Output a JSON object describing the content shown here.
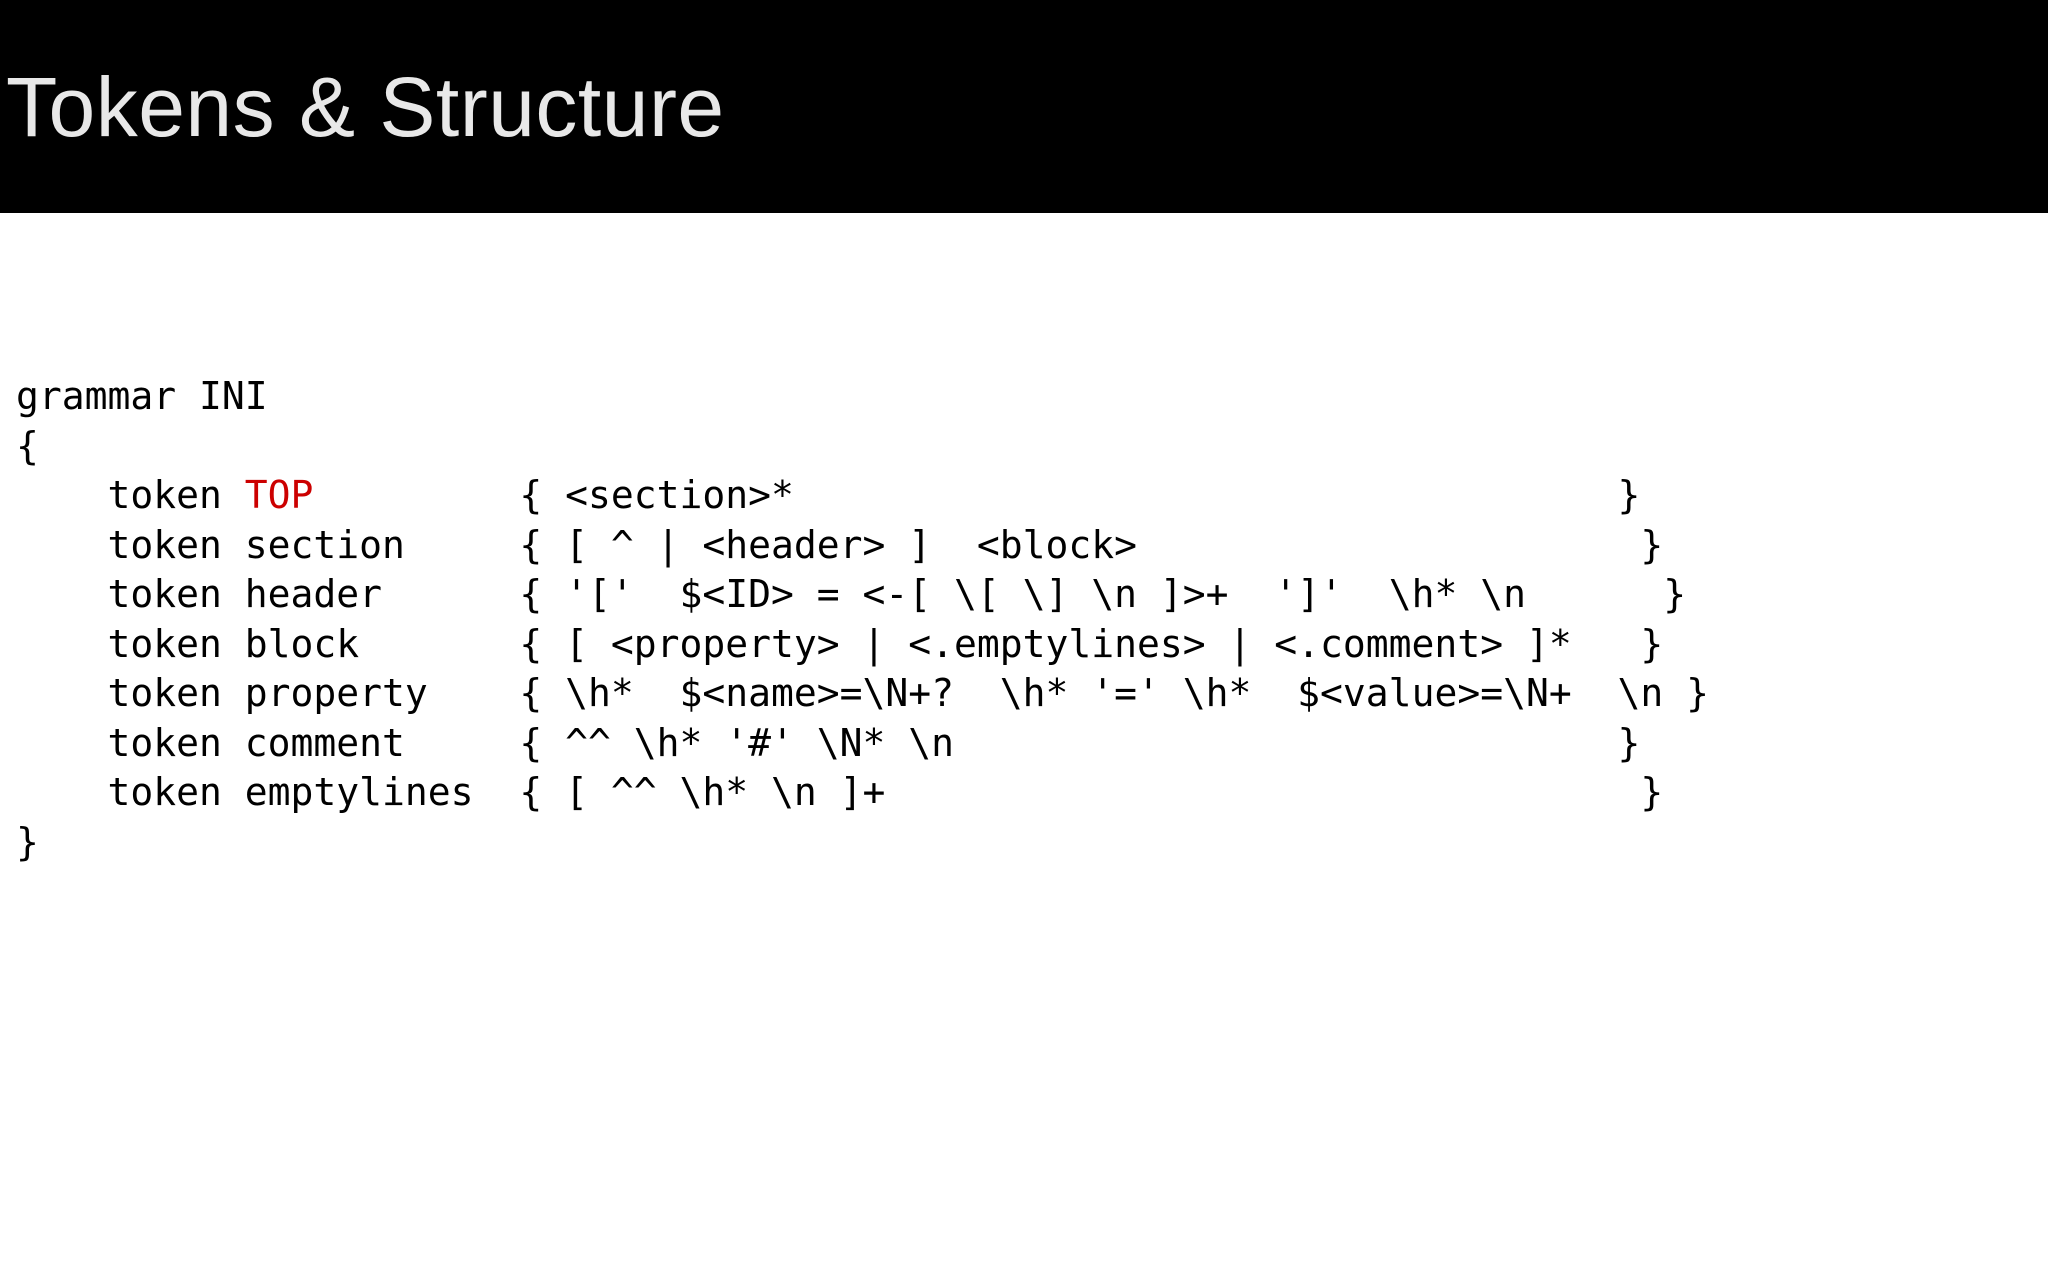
{
  "slide": {
    "title": "Tokens & Structure",
    "title_bar_color": "#000000",
    "title_text_color": "#e8e8e8",
    "background_color": "#ffffff"
  },
  "code": {
    "language": "raku-grammar",
    "text_color": "#000000",
    "highlight_color": "#cc0000",
    "highlight_token": "TOP",
    "lines": [
      {
        "id": "grammar-decl",
        "text": "grammar INI"
      },
      {
        "id": "open-brace",
        "text": "{"
      },
      {
        "id": "token-top",
        "pre": "    token ",
        "name": "TOP",
        "highlight": true,
        "post": "         { <section>*                                    }"
      },
      {
        "id": "token-section",
        "pre": "    token ",
        "name": "section",
        "highlight": false,
        "post": "     { [ ^ | <header> ]  <block>                      }"
      },
      {
        "id": "token-header",
        "pre": "    token ",
        "name": "header",
        "highlight": false,
        "post": "      { '['  $<ID> = <-[ \\[ \\] \\n ]>+  ']'  \\h* \\n      }"
      },
      {
        "id": "token-block",
        "pre": "    token ",
        "name": "block",
        "highlight": false,
        "post": "       { [ <property> | <.emptylines> | <.comment> ]*   }"
      },
      {
        "id": "token-property",
        "pre": "    token ",
        "name": "property",
        "highlight": false,
        "post": "    { \\h*  $<name>=\\N+?  \\h* '=' \\h*  $<value>=\\N+  \\n }"
      },
      {
        "id": "token-comment",
        "pre": "    token ",
        "name": "comment",
        "highlight": false,
        "post": "     { ^^ \\h* '#' \\N* \\n                             }"
      },
      {
        "id": "token-emptylines",
        "pre": "    token ",
        "name": "emptylines",
        "highlight": false,
        "post": "  { [ ^^ \\h* \\n ]+                                 }"
      },
      {
        "id": "close-brace",
        "text": "}"
      }
    ]
  }
}
